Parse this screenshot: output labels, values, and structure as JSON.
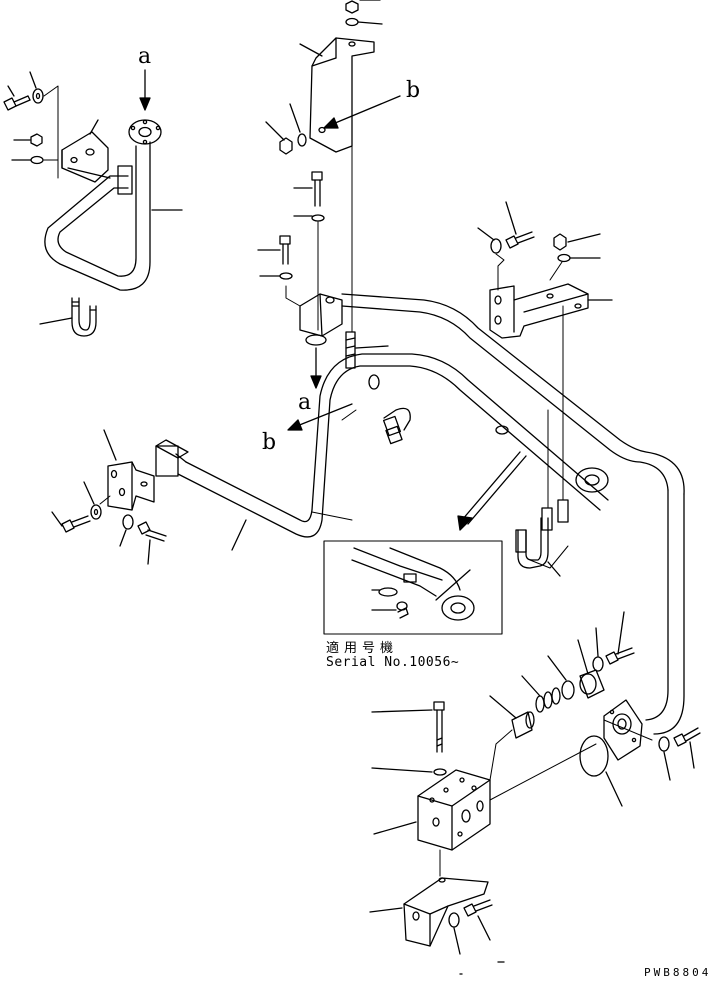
{
  "view_labels": {
    "a_top": "a",
    "b_right": "b",
    "a_mid": "a",
    "b_mid": "b"
  },
  "serial_note": {
    "title": "適用号機",
    "serial": "Serial No.10056~"
  },
  "drawing_code": "PWB8804",
  "colors": {
    "line": "#000000",
    "background": "#ffffff"
  }
}
